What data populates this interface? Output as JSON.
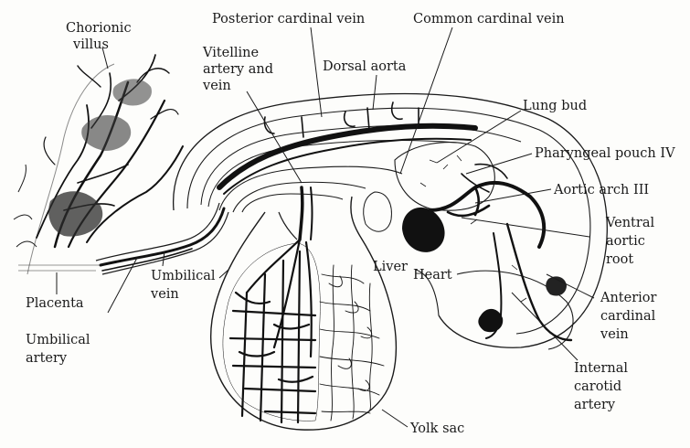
{
  "labels": {
    "chorionic_villus": [
      "Chorionic",
      "villus"
    ],
    "posterior_cardinal_vein": "Posterior cardinal vein",
    "common_cardinal_vein": "Common cardinal vein",
    "vitelline": [
      "Vitelline",
      "artery and",
      "vein"
    ],
    "dorsal_aorta": "Dorsal aorta",
    "lung_bud": "Lung bud",
    "pharyngeal_pouch": "Pharyngeal pouch IV",
    "aortic_arch": "Aortic arch III",
    "ventral_aortic_root": [
      "Ventral",
      "aortic",
      "root"
    ],
    "liver": "Liver",
    "heart": "Heart",
    "anterior_cardinal_vein": [
      "Anterior",
      "cardinal",
      "vein"
    ],
    "placenta": "Placenta",
    "umbilical_vein": [
      "Umbilical",
      "vein"
    ],
    "umbilical_artery": [
      "Umbilical",
      "artery"
    ],
    "internal_carotid": [
      "Internal",
      "carotid",
      "artery"
    ],
    "yolk_sac": "Yolk sac"
  }
}
